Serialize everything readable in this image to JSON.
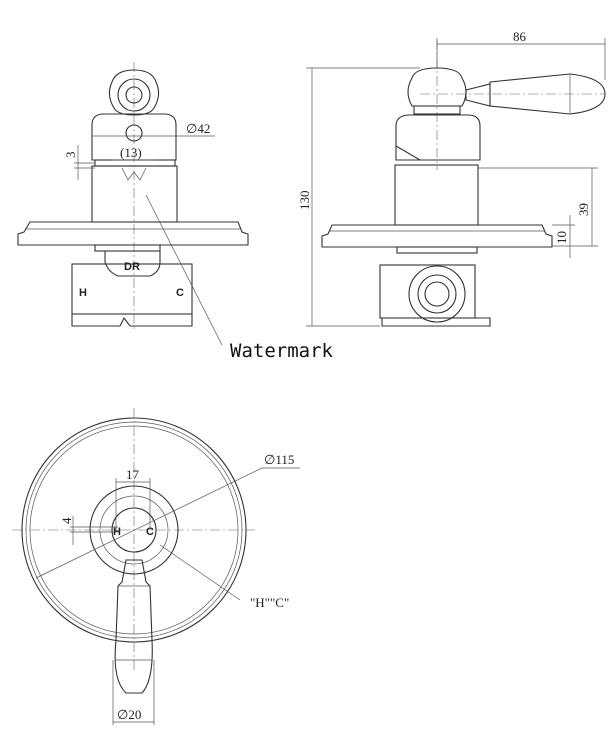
{
  "labels": {
    "diameter_42": "∅42",
    "dim_13": "(13)",
    "dim_3": "3",
    "dim_130": "130",
    "dim_86": "86",
    "dim_39": "39",
    "dim_10": "10",
    "diameter_115": "∅115",
    "dim_17": "17",
    "dim_4": "4",
    "diameter_20": "∅20",
    "hc_callout": "\"H\"\"C\"",
    "watermark_callout": "Watermark",
    "dr_mark": "DR",
    "h_mark": "H",
    "c_mark": "C"
  }
}
